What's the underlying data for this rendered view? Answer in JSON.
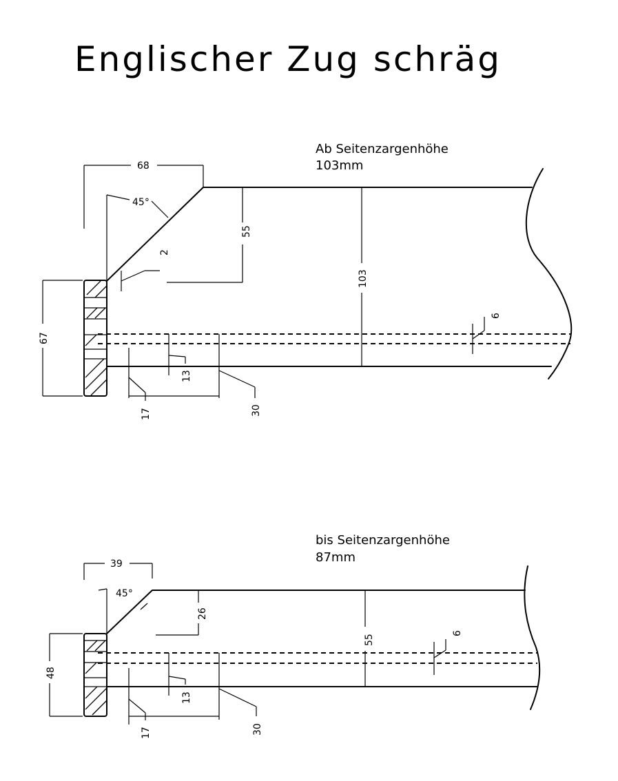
{
  "title": "Englischer Zug schräg",
  "top_drawing": {
    "note_line1": "Ab Seitenzargenhöhe",
    "note_line2": "103mm",
    "dims": {
      "width_top": "68",
      "angle": "45°",
      "bevel_height": "55",
      "gap": "2",
      "total_height": "103",
      "groove": "6",
      "face_height": "67",
      "d13": "13",
      "d17": "17",
      "d30": "30"
    }
  },
  "bottom_drawing": {
    "note_line1": "bis Seitenzargenhöhe",
    "note_line2": "87mm",
    "dims": {
      "width_top": "39",
      "angle": "45°",
      "bevel_height": "26",
      "total_height": "55",
      "groove": "6",
      "face_height": "48",
      "d13": "13",
      "d17": "17",
      "d30": "30"
    }
  }
}
